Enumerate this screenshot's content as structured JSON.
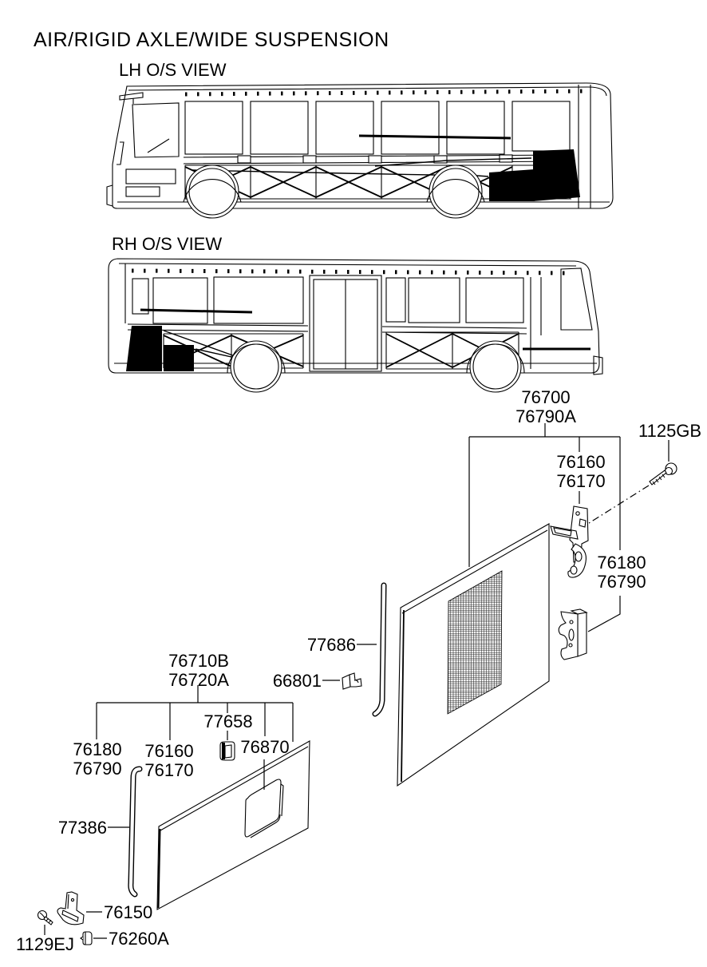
{
  "title": "AIR/RIGID AXLE/WIDE SUSPENSION",
  "views": {
    "lh": "LH O/S VIEW",
    "rh": "RH O/S VIEW"
  },
  "colors": {
    "line": "#000000",
    "background": "#ffffff",
    "highlight_fill": "#000000"
  },
  "labels": {
    "door_assembly": [
      "76700",
      "76790A"
    ],
    "bolt": [
      "1125GB"
    ],
    "latch_upper": [
      "76160",
      "76170"
    ],
    "striker_upper": [
      "76180",
      "76790"
    ],
    "door_weatherstrip": [
      "77686"
    ],
    "clip_upper": [
      "66801"
    ],
    "panel_assembly": [
      "76710B",
      "76720A"
    ],
    "grommet": [
      "77658"
    ],
    "striker_lower": [
      "76180",
      "76790"
    ],
    "latch_lower": [
      "76160",
      "76170"
    ],
    "filler_opening": [
      "76870"
    ],
    "panel_weatherstrip": [
      "77386"
    ],
    "bracket": [
      "76150"
    ],
    "screw": [
      "1129EJ"
    ],
    "clip_lower": [
      "76260A"
    ]
  }
}
